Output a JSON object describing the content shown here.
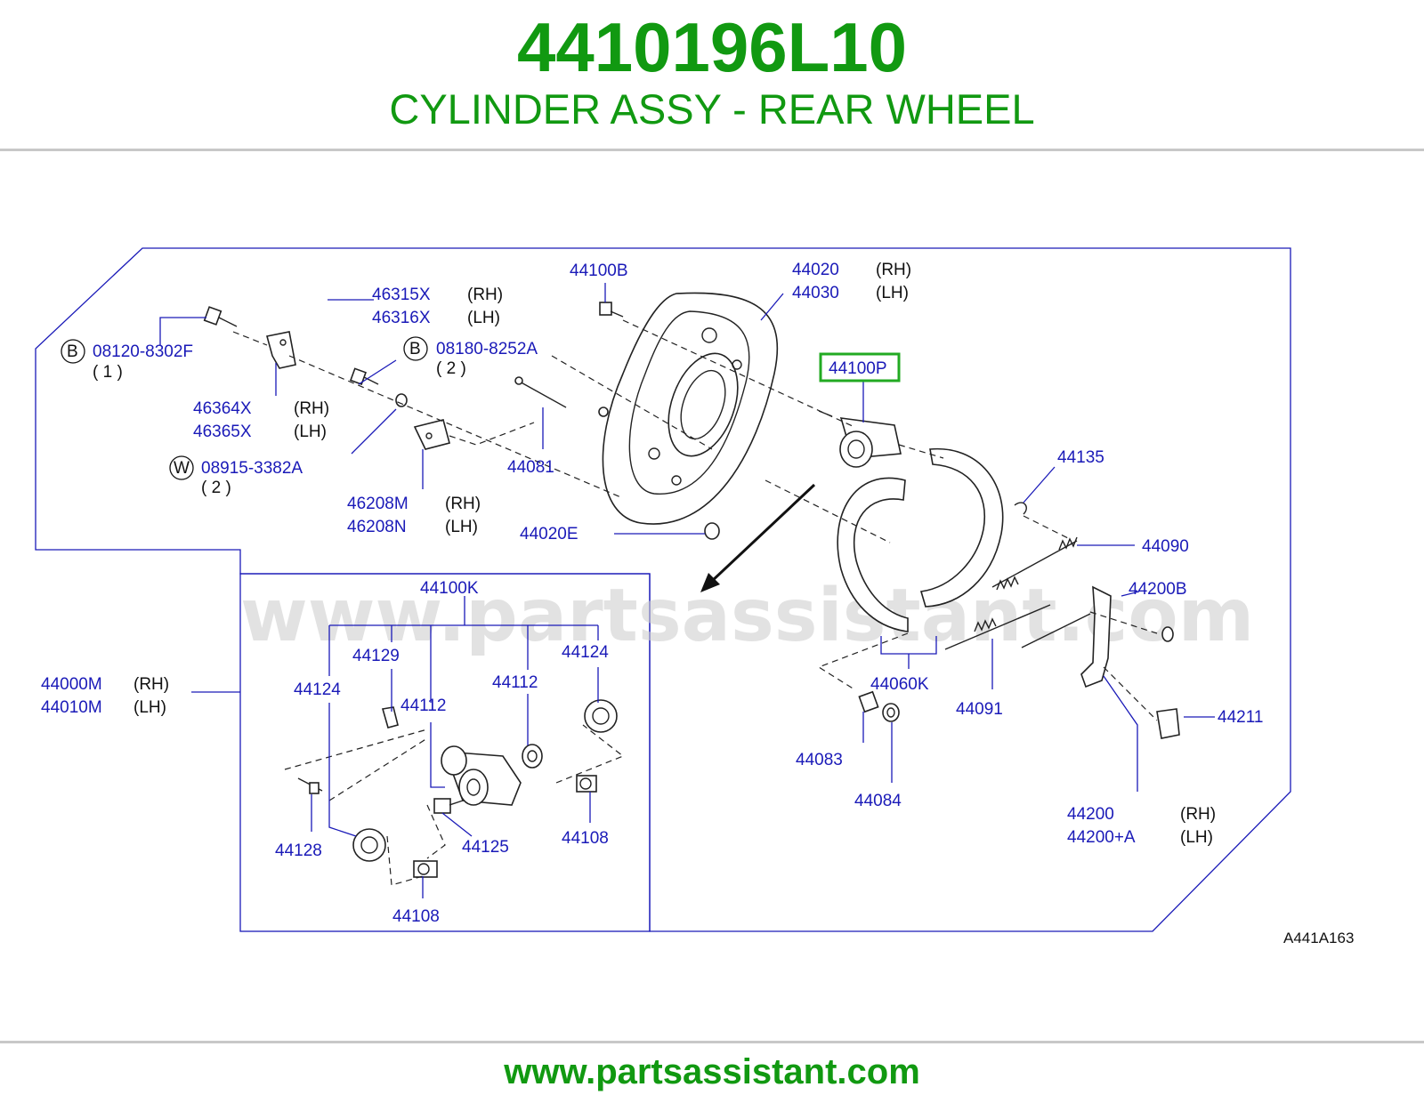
{
  "header": {
    "part_number": "4410196L10",
    "part_name": "CYLINDER ASSY - REAR WHEEL"
  },
  "footer": {
    "url": "www.partsassistant.com"
  },
  "watermark": "www.partsassistant.com",
  "diagram_ref": "A441A163",
  "highlight_color": "#22aa22",
  "title_color": "#119911",
  "label_color": "#1a1ab8",
  "callouts": {
    "c46315X": "46315X",
    "c46316X": "46316X",
    "c08120": "08120-8302F",
    "c08120_qty": "( 1 )",
    "c08180": "08180-8252A",
    "c08180_qty": "( 2 )",
    "c46364X": "46364X",
    "c46365X": "46365X",
    "c08915": "08915-3382A",
    "c08915_qty": "( 2 )",
    "c46208M": "46208M",
    "c46208N": "46208N",
    "c44081": "44081",
    "c44100B": "44100B",
    "c44020": "44020",
    "c44030": "44030",
    "c44100P": "44100P",
    "c44020E": "44020E",
    "c44135": "44135",
    "c44090": "44090",
    "c44200B": "44200B",
    "c44060K": "44060K",
    "c44091": "44091",
    "c44211": "44211",
    "c44083": "44083",
    "c44084": "44084",
    "c44200": "44200",
    "c44200A": "44200+A",
    "c44000M": "44000M",
    "c44010M": "44010M",
    "c44100K": "44100K",
    "c44129": "44129",
    "c44124a": "44124",
    "c44124b": "44124",
    "c44112a": "44112",
    "c44112b": "44112",
    "c44128": "44128",
    "c44125": "44125",
    "c44108a": "44108",
    "c44108b": "44108"
  },
  "sides": {
    "rh": "(RH)",
    "lh": "(LH)"
  },
  "badges": {
    "b": "B",
    "w": "W"
  }
}
